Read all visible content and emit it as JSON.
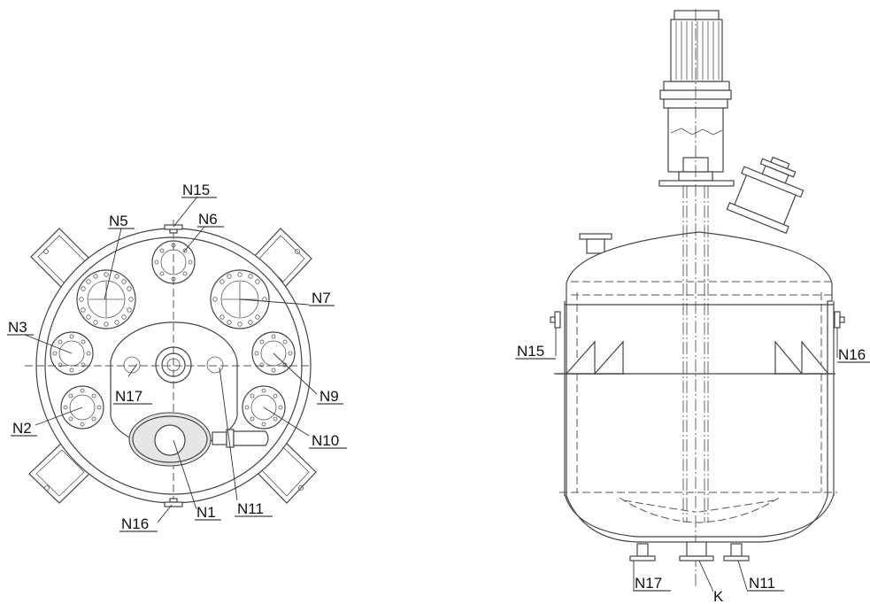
{
  "top_view": {
    "labels": {
      "n15": "N15",
      "n6": "N6",
      "n5": "N5",
      "n7": "N7",
      "n3": "N3",
      "n9": "N9",
      "n17": "N17",
      "n2": "N2",
      "n10": "N10",
      "n11": "N11",
      "n1": "N1",
      "n16": "N16"
    }
  },
  "side_view": {
    "labels": {
      "n15": "N15",
      "n16": "N16",
      "n17": "N17",
      "k": "K",
      "n11": "N11"
    }
  }
}
